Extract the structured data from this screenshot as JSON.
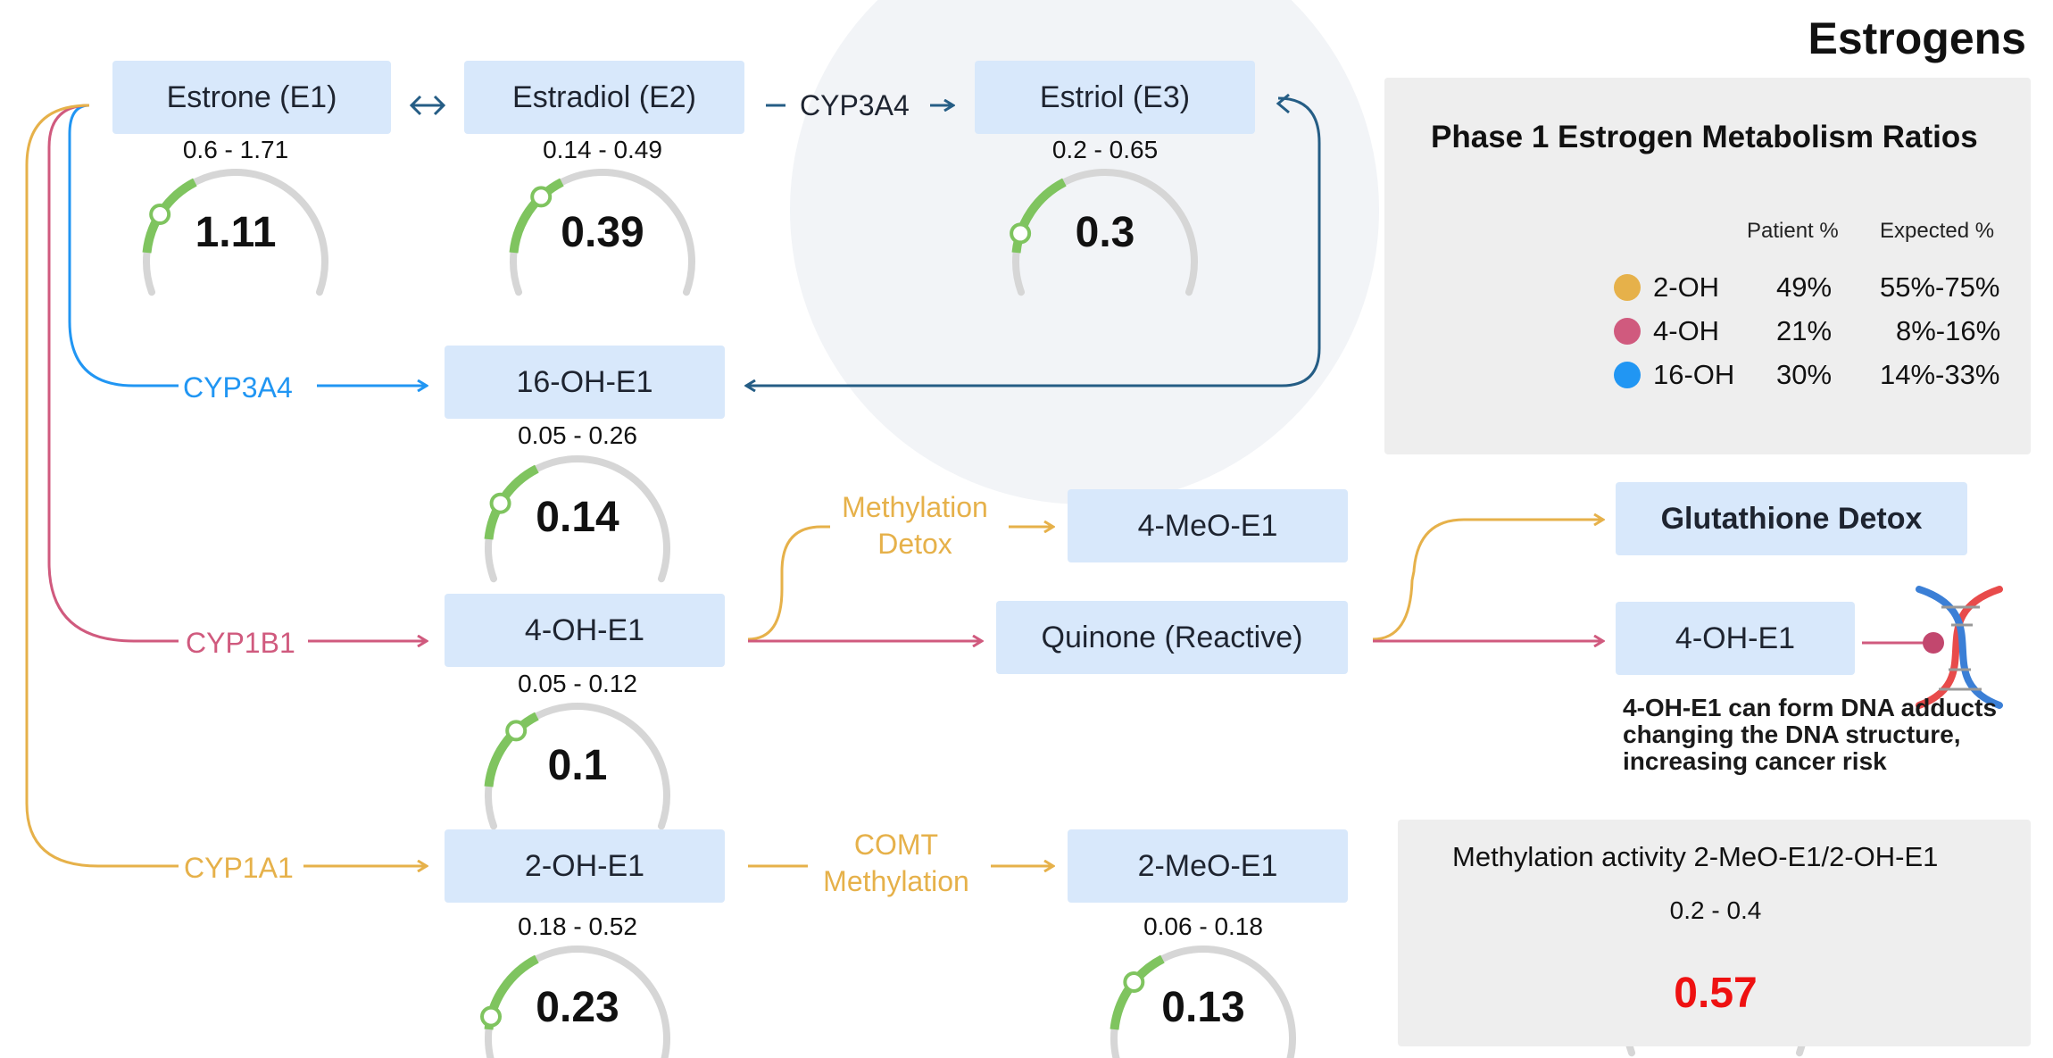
{
  "header": {
    "title": "Estrogens"
  },
  "colors": {
    "node_fill": "#d8e8fb",
    "cyp3a4_blue": "#2196f3",
    "cyp1b1_pink": "#d05a7e",
    "cyp1a1_gold": "#e6b14a",
    "e3_path_navy": "#255d85",
    "gauge_track": "#d6d6d6",
    "gauge_fill": "#7fc45f",
    "out_of_range_red": "#ee1111"
  },
  "nodes": {
    "e1": "Estrone (E1)",
    "e2": "Estradiol (E2)",
    "e3": "Estriol (E3)",
    "oh16": "16-OH-E1",
    "oh4": "4-OH-E1",
    "oh2": "2-OH-E1",
    "meo4": "4-MeO-E1",
    "quinone": "Quinone (Reactive)",
    "glutathione": "Glutathione Detox",
    "oh4_dna": "4-OH-E1",
    "meo2": "2-MeO-E1"
  },
  "edge_labels": {
    "e2_e3": "CYP3A4",
    "cyp3a4": "CYP3A4",
    "cyp1b1": "CYP1B1",
    "cyp1a1": "CYP1A1",
    "methylation_detox_1": "Methylation",
    "methylation_detox_2": "Detox",
    "comt_1": "COMT",
    "comt_2": "Methylation"
  },
  "gauges": {
    "e1": {
      "range": "0.6 - 1.71",
      "value": "1.11",
      "low": 0.6,
      "high": 1.71,
      "reading": 1.11,
      "in_range": true
    },
    "e2": {
      "range": "0.14 - 0.49",
      "value": "0.39",
      "low": 0.14,
      "high": 0.49,
      "reading": 0.39,
      "in_range": true
    },
    "e3": {
      "range": "0.2 - 0.65",
      "value": "0.3",
      "low": 0.2,
      "high": 0.65,
      "reading": 0.3,
      "in_range": true
    },
    "oh16": {
      "range": "0.05 - 0.26",
      "value": "0.14",
      "low": 0.05,
      "high": 0.26,
      "reading": 0.14,
      "in_range": true
    },
    "oh4": {
      "range": "0.05 - 0.12",
      "value": "0.1",
      "low": 0.05,
      "high": 0.12,
      "reading": 0.1,
      "in_range": true
    },
    "oh2": {
      "range": "0.18 - 0.52",
      "value": "0.23",
      "low": 0.18,
      "high": 0.52,
      "reading": 0.23,
      "in_range": true
    },
    "meo2": {
      "range": "0.06 - 0.18",
      "value": "0.13",
      "low": 0.06,
      "high": 0.18,
      "reading": 0.13,
      "in_range": true
    },
    "methylation": {
      "range": "0.2 - 0.4",
      "value": "0.57",
      "low": 0.2,
      "high": 0.4,
      "reading": 0.57,
      "in_range": false
    }
  },
  "ratios_panel": {
    "title": "Phase 1 Estrogen Metabolism Ratios",
    "col_patient": "Patient %",
    "col_expected": "Expected %",
    "rows": [
      {
        "label": "2-OH",
        "patient": "49%",
        "expected": "55%-75%",
        "pct": 49,
        "color": "#e6b14a"
      },
      {
        "label": "4-OH",
        "patient": "21%",
        "expected": "8%-16%",
        "pct": 21,
        "color": "#d05a7e"
      },
      {
        "label": "16-OH",
        "patient": "30%",
        "expected": "14%-33%",
        "pct": 30,
        "color": "#2196f3"
      }
    ]
  },
  "methylation_panel": {
    "title": "Methylation activity 2-MeO-E1/2-OH-E1"
  },
  "dna_note": {
    "line1": "4-OH-E1 can form DNA adducts",
    "line2": "changing the DNA structure,",
    "line3": "increasing cancer risk"
  }
}
